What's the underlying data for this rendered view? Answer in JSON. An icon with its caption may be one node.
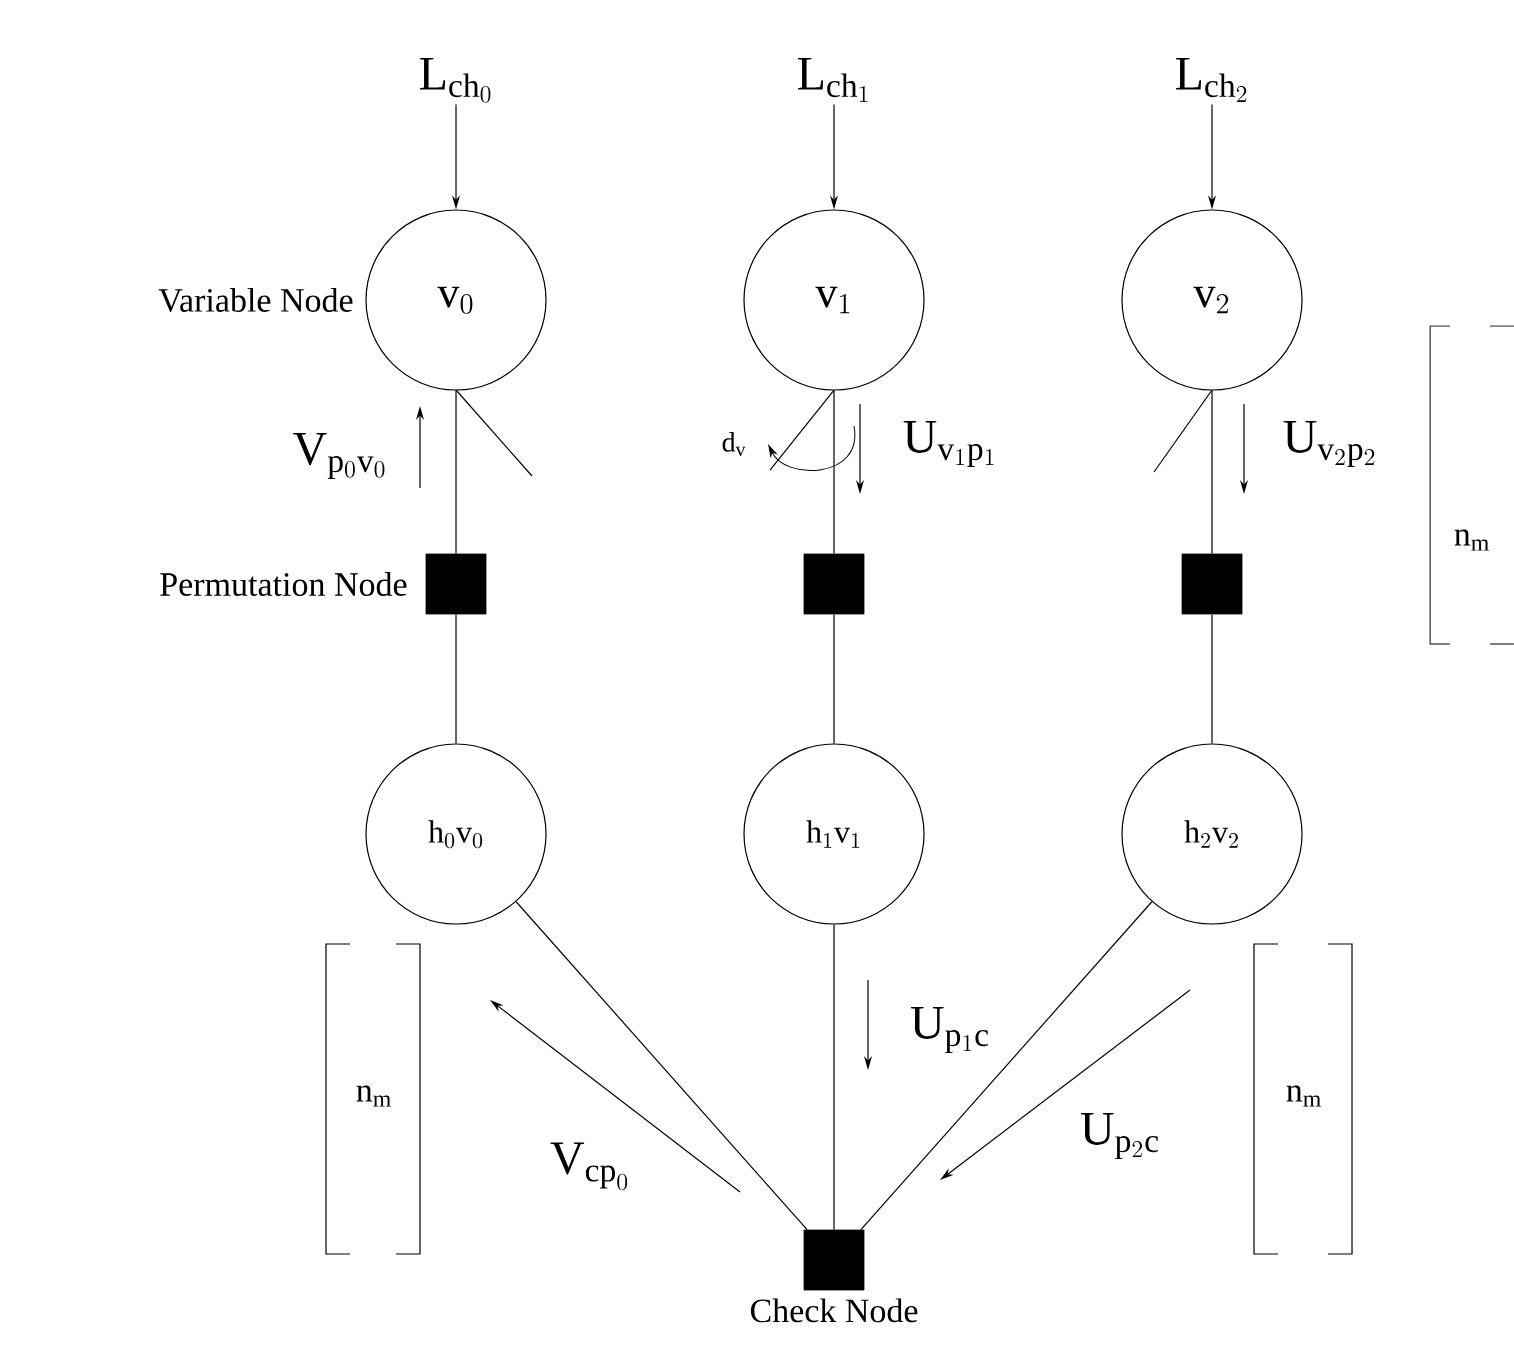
{
  "diagram": {
    "nodes": [
      {
        "text": [
          "\\mathrm{L}_{\\mathrm{ch}_{0}}"
        ]
      },
      {
        "text": [
          "\\mathrm{L}_{\\mathrm{ch}_{1}}"
        ]
      },
      {
        "text": [
          "\\mathrm{L}_{\\mathrm{ch}_{2}}"
        ]
      },
      {
        "text": [
          "\\mathrm{v}_{0}"
        ],
        "beside": [
          "Variable Node"
        ]
      },
      {
        "text": [
          "\\mathrm{v}_{1}"
        ]
      },
      {
        "text": [
          "\\mathrm{v}_{2}"
        ]
      },
      {
        "text": [],
        "shape": "box",
        "beside": [
          "Permutation Node"
        ]
      },
      {
        "text": [],
        "shape": "box"
      },
      {
        "text": [],
        "shape": "box"
      },
      {
        "text": [
          "\\mathrm{h}_{0}\\mathrm{v}_{0}"
        ]
      },
      {
        "text": [
          "\\mathrm{h}_{1}\\mathrm{v}_{1}"
        ]
      },
      {
        "text": [
          "\\mathrm{h}_{2}\\mathrm{v}_{2}"
        ]
      },
      {
        "text": [],
        "shape": "box",
        "beside": [
          "Check Node"
        ]
      }
    ],
    "edges": [
      {
        "from": 0,
        "to": 3,
        "arrow": "to"
      },
      {
        "from": 1,
        "to": 4,
        "arrow": "to"
      },
      {
        "from": 2,
        "to": 5,
        "arrow": "to"
      },
      {
        "from": 3,
        "to": 6,
        "arrow": "none"
      },
      {
        "from": 4,
        "to": 7,
        "arrow": "none"
      },
      {
        "from": 5,
        "to": 8,
        "arrow": "none"
      },
      {
        "from": 6,
        "to": 9,
        "arrow": "none"
      },
      {
        "from": 7,
        "to": 10,
        "arrow": "none"
      },
      {
        "from": 8,
        "to": 11,
        "arrow": "none"
      },
      {
        "from": 9,
        "to": 12,
        "arrow": "none"
      },
      {
        "from": 10,
        "to": 12,
        "arrow": "none"
      },
      {
        "from": 11,
        "to": 12,
        "arrow": "none"
      }
    ],
    "labels": [
      "\\mathrm{V}_{\\mathrm{p}_{0}\\mathrm{v}_{0}}",
      "\\mathrm{d}_{\\mathrm{v}}",
      "\\mathrm{U}_{\\mathrm{v}_{1}\\mathrm{p}_{1}}",
      "\\mathrm{U}_{\\mathrm{v}_{2}\\mathrm{p}_{2}}",
      "\\mathrm{n}_{\\mathrm{m}}",
      "\\mathrm{n}_{\\mathrm{m}}",
      "\\mathrm{V}_{\\mathrm{cp}_{0}}",
      "\\mathrm{U}_{\\mathrm{p}_{1}\\mathrm{c}}",
      "\\mathrm{U}_{\\mathrm{p}_{2}\\mathrm{c}}",
      "\\mathrm{n}_{\\mathrm{m}}"
    ]
  }
}
